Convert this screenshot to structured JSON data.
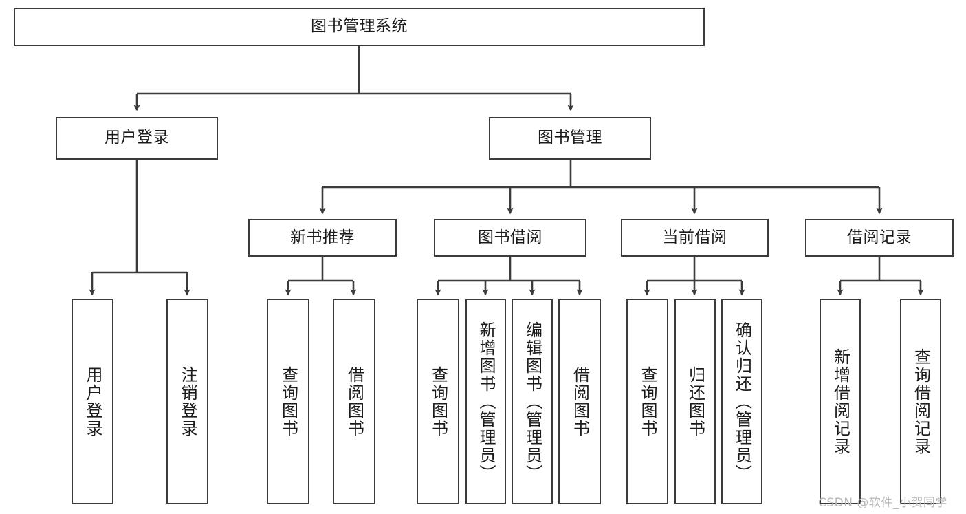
{
  "diagram": {
    "type": "hierarchy-tree",
    "title": "图书管理系统",
    "watermark": "CSDN @软件_小贺同学",
    "colors": {
      "stroke": "#3b3b3b",
      "fill": "#ffffff",
      "text": "#1c1c1c",
      "watermark": "#b9b9b9"
    },
    "nodes": {
      "root": {
        "label": "图书管理系统"
      },
      "level2": [
        {
          "id": "user-login",
          "label": "用户登录"
        },
        {
          "id": "book-management",
          "label": "图书管理"
        }
      ],
      "level3": [
        {
          "id": "new-book-recommend",
          "label": "新书推荐"
        },
        {
          "id": "book-borrow",
          "label": "图书借阅"
        },
        {
          "id": "current-borrow",
          "label": "当前借阅"
        },
        {
          "id": "borrow-record",
          "label": "借阅记录"
        }
      ],
      "leaves": {
        "user-login": [
          {
            "id": "leaf-user-login",
            "label": "用户登录"
          },
          {
            "id": "leaf-logout",
            "label": "注销登录"
          }
        ],
        "new-book-recommend": [
          {
            "id": "leaf-query-book-1",
            "label": "查询图书"
          },
          {
            "id": "leaf-borrow-book-1",
            "label": "借阅图书"
          }
        ],
        "book-borrow": [
          {
            "id": "leaf-query-book-2",
            "label": "查询图书"
          },
          {
            "id": "leaf-add-book",
            "label": "新增图书（管理员）"
          },
          {
            "id": "leaf-edit-book",
            "label": "编辑图书（管理员）"
          },
          {
            "id": "leaf-borrow-book-2",
            "label": "借阅图书"
          }
        ],
        "current-borrow": [
          {
            "id": "leaf-query-book-3",
            "label": "查询图书"
          },
          {
            "id": "leaf-return-book",
            "label": "归还图书"
          },
          {
            "id": "leaf-confirm-return",
            "label": "确认归还（管理员）"
          }
        ],
        "borrow-record": [
          {
            "id": "leaf-add-record",
            "label": "新增借阅记录"
          },
          {
            "id": "leaf-query-record",
            "label": "查询借阅记录"
          }
        ]
      }
    }
  }
}
